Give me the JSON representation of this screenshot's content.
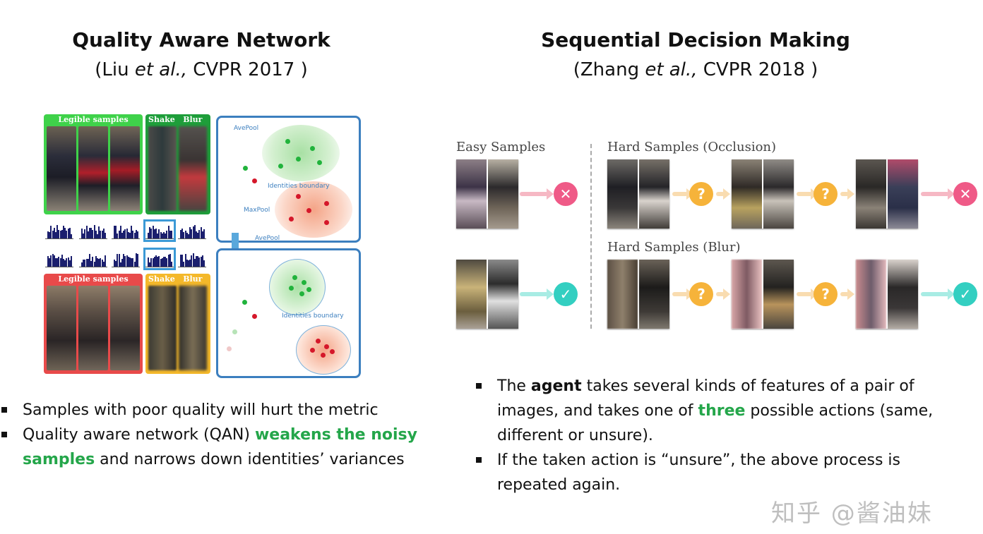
{
  "left": {
    "title": "Quality Aware Network",
    "subtitle_prefix": "(Liu ",
    "subtitle_italic": "et al.,",
    "subtitle_suffix": " CVPR 2017 )",
    "figure": {
      "top_green_label": "Legible samples",
      "shake_label": "Shake",
      "blur_label": "Blur",
      "bottom_red_label": "Legible samples",
      "bottom_shake_label": "Shake",
      "bottom_blur_label": "Blur",
      "avepool_top": "AvePool",
      "maxpool": "MaxPool",
      "avepool_bottom": "AvePool",
      "identities_boundary_top": "Identities boundary",
      "identities_boundary_bottom": "Identities boundary"
    },
    "bullets": [
      {
        "text": "Samples with poor quality will hurt the metric"
      },
      {
        "pre": "Quality aware network (QAN) ",
        "hl": "weakens the noisy samples",
        "post": " and narrows down identities’ variances"
      }
    ]
  },
  "right": {
    "title": "Sequential Decision Making",
    "subtitle_prefix": "(Zhang ",
    "subtitle_italic": "et al.,",
    "subtitle_suffix": " CVPR 2018 )",
    "figure": {
      "easy_label": "Easy Samples",
      "hard_occlusion_label": "Hard Samples (Occlusion)",
      "hard_blur_label": "Hard Samples (Blur)",
      "cross_symbol": "✕",
      "check_symbol": "✓",
      "question_symbol": "?"
    },
    "bullets": [
      {
        "pre": "The ",
        "bold": "agent",
        "mid": " takes several kinds of features of a pair of images, and takes one of ",
        "hl": "three",
        "post": " possible actions (same, different or unsure)."
      },
      {
        "text": "If the taken action is “unsure”, the above process is repeated again."
      }
    ]
  },
  "watermark": "知乎 @酱油妹",
  "colors": {
    "highlight_green": "#24a64a",
    "panel_blue": "#3c7fbf",
    "legible_green": "#3fd24a",
    "legible_red": "#e84a4a",
    "shake_blur_yellow": "#f4b82a",
    "cross_pink": "#ef5a87",
    "check_teal": "#33cfc1",
    "question_orange": "#f6b33a"
  }
}
